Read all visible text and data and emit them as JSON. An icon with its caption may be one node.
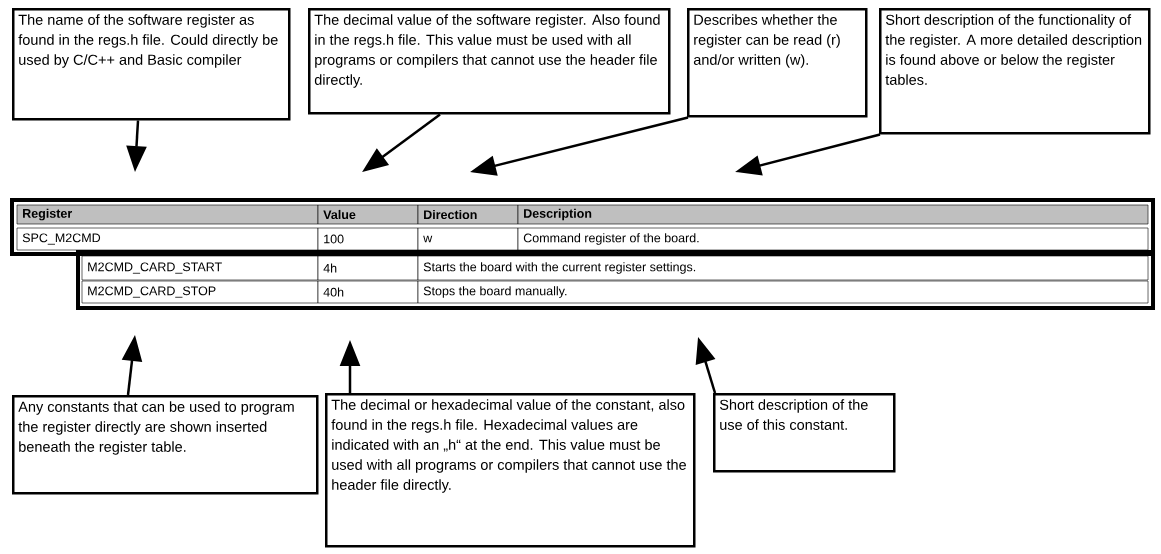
{
  "diagram": {
    "nodes": [
      {
        "text": [
          "The name of the software register as found in the regs.h file. Could directly be used by C/C++ and Basic compiler"
        ]
      },
      {
        "text": [
          "The decimal value of the software register. Also found in the regs.h file. This value must be used with all programs or compilers that cannot use the header file directly."
        ]
      },
      {
        "text": [
          "Describes whether the register can be read (r) and/or written (w)."
        ]
      },
      {
        "text": [
          "Short description of the functionality of the register. A more detailed description is found above or below the register tables."
        ]
      },
      {
        "text": [
          "Any constants that can be used to program the register directly are shown inserted beneath the register table."
        ]
      },
      {
        "text": [
          "The decimal or hexadecimal value of the constant, also found in the regs.h file. Hexadecimal values are indicated with an „h“ at the end. This value must be used with all programs or compilers that cannot use the header file directly."
        ]
      },
      {
        "text": [
          "Short description of the use of this constant."
        ]
      }
    ],
    "edges": [
      {
        "from": 0,
        "to": null,
        "arrow": "to"
      },
      {
        "from": 1,
        "to": null,
        "arrow": "to"
      },
      {
        "from": 2,
        "to": null,
        "arrow": "to"
      },
      {
        "from": 3,
        "to": null,
        "arrow": "to"
      },
      {
        "from": 4,
        "to": null,
        "arrow": "to"
      },
      {
        "from": 5,
        "to": null,
        "arrow": "to"
      },
      {
        "from": 6,
        "to": null,
        "arrow": "to"
      }
    ],
    "labels": [
      "Register",
      "Value",
      "Direction",
      "Description",
      "SPC_M2CMD",
      "100",
      "w",
      "Command register of the board.",
      "M2CMD_CARD_START",
      "4h",
      "Starts the board with the current register settings.",
      "M2CMD_CARD_STOP",
      "40h",
      "Stops the board manually."
    ]
  }
}
